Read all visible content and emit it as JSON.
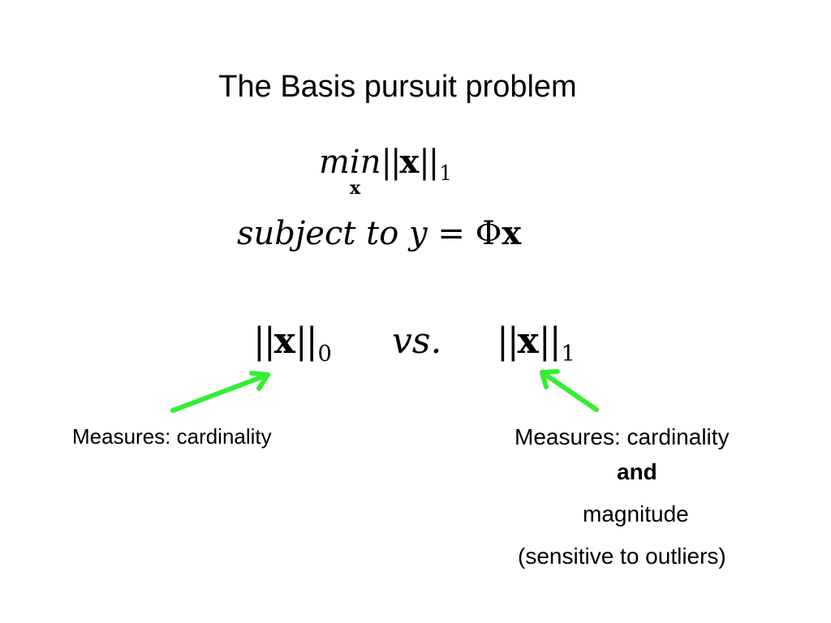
{
  "slide": {
    "title": "The Basis pursuit problem",
    "formula": {
      "min_word": "min",
      "min_under": "x",
      "norm_bar_left": "||",
      "norm_var": "x",
      "norm_bar_right": "||",
      "norm_sub": "1",
      "subject_text": "subject to y",
      "equals": "=",
      "phi": "Φ",
      "phi_var": "x"
    },
    "comparison": {
      "left_bar_open": "||",
      "left_var": "x",
      "left_bar_close": "||",
      "left_sub": "0",
      "vs": "vs.",
      "right_bar_open": "||",
      "right_var": "x",
      "right_bar_close": "||",
      "right_sub": "1"
    },
    "labels": {
      "left": "Measures: cardinality",
      "right_line1": "Measures: cardinality",
      "right_line2": "and",
      "right_line3": "magnitude",
      "right_line4": "(sensitive to outliers)"
    },
    "colors": {
      "arrow": "#33ee33",
      "text": "#000000",
      "background": "#ffffff"
    }
  }
}
